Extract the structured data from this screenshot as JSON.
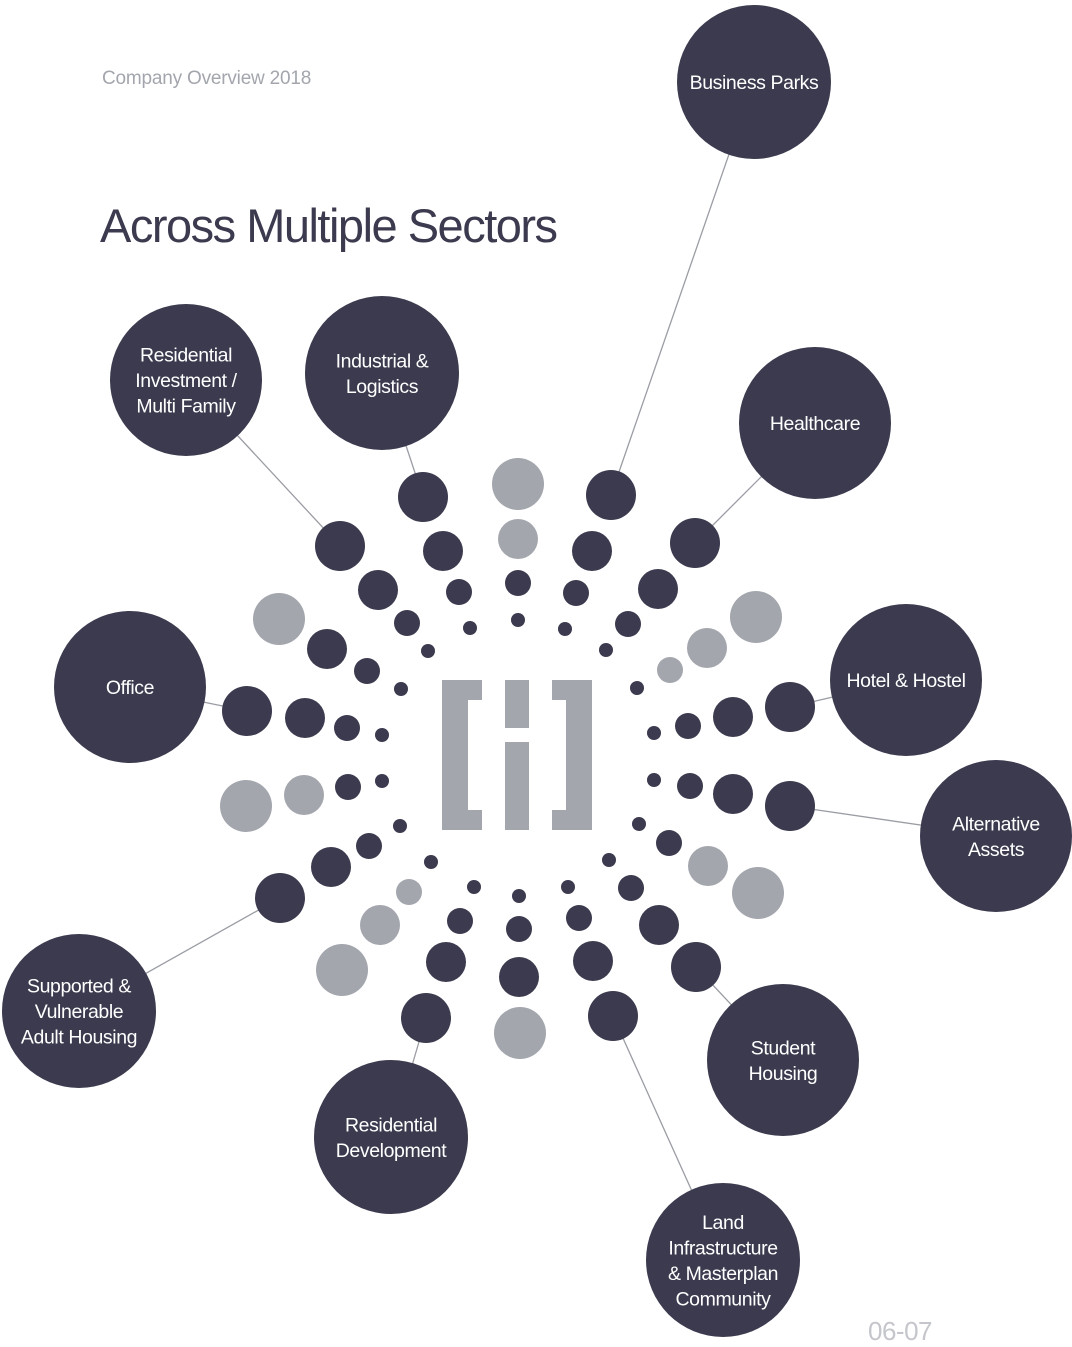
{
  "header": {
    "overview": "Company Overview 2018"
  },
  "page_title": "Across Multiple Sectors",
  "page_number": "06-07",
  "colors": {
    "dark": "#3b3a4e",
    "gray": "#a3a6ad",
    "line": "#9a9da3",
    "logo": "#a3a6ad"
  },
  "logo": {
    "name": "company-bracket-h-logo-icon"
  },
  "sectors": [
    {
      "id": "business-parks",
      "lines": [
        "Business Parks"
      ]
    },
    {
      "id": "healthcare",
      "lines": [
        "Healthcare"
      ]
    },
    {
      "id": "hotel-hostel",
      "lines": [
        "Hotel & Hostel"
      ]
    },
    {
      "id": "alternative-assets",
      "lines": [
        "Alternative",
        "Assets"
      ]
    },
    {
      "id": "student-housing",
      "lines": [
        "Student",
        "Housing"
      ]
    },
    {
      "id": "land-infrastructure",
      "lines": [
        "Land",
        "Infrastructure",
        "& Masterplan",
        "Community"
      ]
    },
    {
      "id": "residential-development",
      "lines": [
        "Residential",
        "Development"
      ]
    },
    {
      "id": "supported-housing",
      "lines": [
        "Supported &",
        "Vulnerable",
        "Adult Housing"
      ]
    },
    {
      "id": "office",
      "lines": [
        "Office"
      ]
    },
    {
      "id": "residential-investment",
      "lines": [
        "Residential",
        "Investment /",
        "Multi Family"
      ]
    },
    {
      "id": "industrial-logistics",
      "lines": [
        "Industrial &",
        "Logistics"
      ]
    }
  ]
}
